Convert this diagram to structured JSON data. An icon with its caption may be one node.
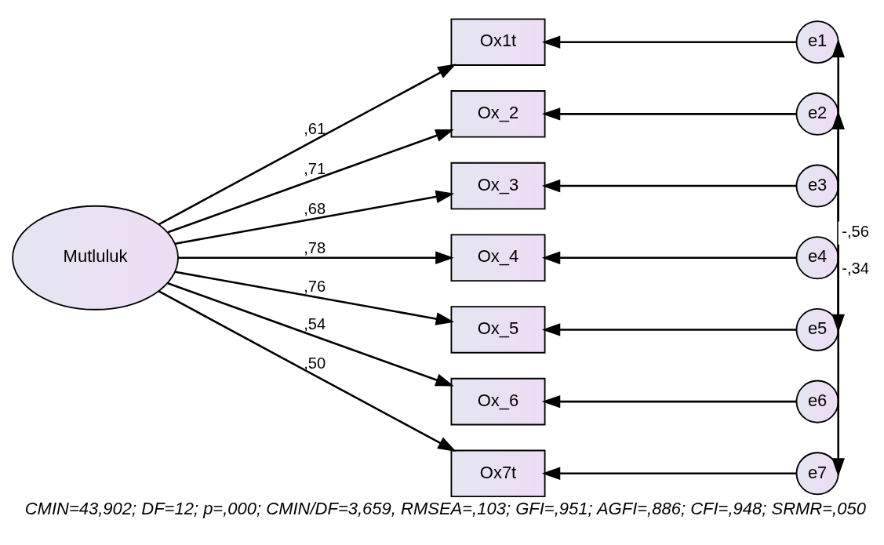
{
  "diagram": {
    "caption": "CMIN=43,902; DF=12; p=,000; CMIN/DF=3,659, RMSEA=,103; GFI=,951; AGFI=,886; CFI=,948; SRMR=,050",
    "nodes": [
      {
        "text": [
          "Mutluluk"
        ]
      },
      {
        "text": [
          "Ox1t"
        ]
      },
      {
        "text": [
          "Ox_2"
        ]
      },
      {
        "text": [
          "Ox_3"
        ]
      },
      {
        "text": [
          "Ox_4"
        ]
      },
      {
        "text": [
          "Ox_5"
        ]
      },
      {
        "text": [
          "Ox_6"
        ]
      },
      {
        "text": [
          "Ox7t"
        ]
      },
      {
        "text": [
          "e1"
        ]
      },
      {
        "text": [
          "e2"
        ]
      },
      {
        "text": [
          "e3"
        ]
      },
      {
        "text": [
          "e4"
        ]
      },
      {
        "text": [
          "e5"
        ]
      },
      {
        "text": [
          "e6"
        ]
      },
      {
        "text": [
          "e7"
        ]
      }
    ],
    "edges": [
      {
        "from": 0,
        "to": 1,
        "arrow": "to",
        "label": ",61"
      },
      {
        "from": 0,
        "to": 2,
        "arrow": "to",
        "label": ",71"
      },
      {
        "from": 0,
        "to": 3,
        "arrow": "to",
        "label": ",68"
      },
      {
        "from": 0,
        "to": 4,
        "arrow": "to",
        "label": ",78"
      },
      {
        "from": 0,
        "to": 5,
        "arrow": "to",
        "label": ",76"
      },
      {
        "from": 0,
        "to": 6,
        "arrow": "to",
        "label": ",54"
      },
      {
        "from": 0,
        "to": 7,
        "arrow": "to",
        "label": ",50"
      },
      {
        "from": 8,
        "to": 1,
        "arrow": "to"
      },
      {
        "from": 9,
        "to": 2,
        "arrow": "to"
      },
      {
        "from": 10,
        "to": 3,
        "arrow": "to"
      },
      {
        "from": 11,
        "to": 4,
        "arrow": "to"
      },
      {
        "from": 12,
        "to": 5,
        "arrow": "to"
      },
      {
        "from": 13,
        "to": 6,
        "arrow": "to"
      },
      {
        "from": 14,
        "to": 7,
        "arrow": "to"
      },
      {
        "from": 9,
        "to": 12,
        "arrow": "both",
        "label": "-,56"
      },
      {
        "from": 8,
        "to": 14,
        "arrow": "both",
        "label": "-,34"
      }
    ]
  }
}
